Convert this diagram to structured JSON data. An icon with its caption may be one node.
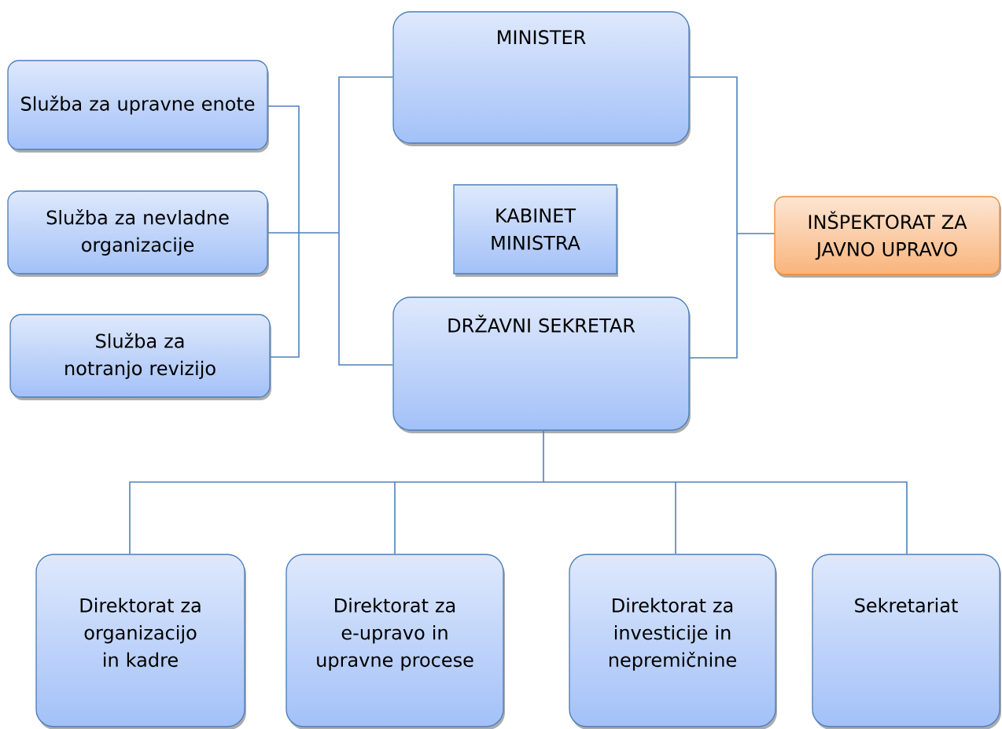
{
  "diagram": {
    "nodes": [
      {
        "text": [
          "MINISTER"
        ]
      },
      {
        "text": [
          "Služba za upravne enote"
        ]
      },
      {
        "text": [
          "Služba za nevladne organizacije"
        ]
      },
      {
        "text": [
          "Služba za notranjo revizijo"
        ]
      },
      {
        "text": [
          "KABINET MINISTRA"
        ]
      },
      {
        "text": [
          "INŠPEKTORAT ZA JAVNO UPRAVO"
        ]
      },
      {
        "text": [
          "DRŽAVNI SEKRETAR"
        ]
      },
      {
        "text": [
          "Direktorat za organizacijo in kadre"
        ]
      },
      {
        "text": [
          "Direktorat za e-upravo in upravne procese"
        ]
      },
      {
        "text": [
          "Direktorat za investicije in nepremičnine"
        ]
      },
      {
        "text": [
          "Sekretariat"
        ]
      }
    ],
    "edges": [
      {
        "from": 0,
        "to": 1,
        "arrow": "none"
      },
      {
        "from": 0,
        "to": 2,
        "arrow": "none"
      },
      {
        "from": 0,
        "to": 3,
        "arrow": "none"
      },
      {
        "from": 6,
        "to": 1,
        "arrow": "none"
      },
      {
        "from": 6,
        "to": 2,
        "arrow": "none"
      },
      {
        "from": 6,
        "to": 3,
        "arrow": "none"
      },
      {
        "from": 0,
        "to": 5,
        "arrow": "none"
      },
      {
        "from": 6,
        "to": 5,
        "arrow": "none"
      },
      {
        "from": 6,
        "to": 7,
        "arrow": "none"
      },
      {
        "from": 6,
        "to": 8,
        "arrow": "none"
      },
      {
        "from": 6,
        "to": 9,
        "arrow": "none"
      },
      {
        "from": 6,
        "to": 10,
        "arrow": "none"
      }
    ]
  }
}
